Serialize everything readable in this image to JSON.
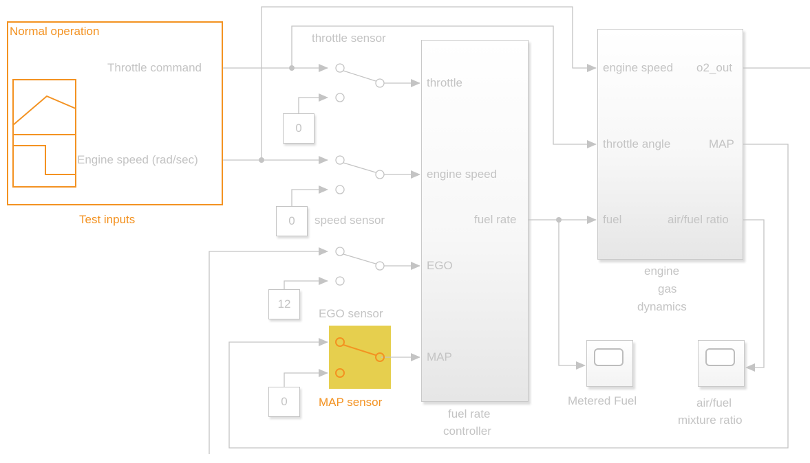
{
  "subsystem": {
    "title": "Normal operation",
    "name": "Test inputs"
  },
  "ports": {
    "throttle_command": "Throttle command",
    "engine_speed_rad": "Engine speed (rad/sec)"
  },
  "switches": {
    "throttle": "throttle sensor",
    "speed": "speed sensor",
    "ego": "EGO sensor",
    "map": "MAP sensor"
  },
  "constants": {
    "c1": "0",
    "c2": "0",
    "c3": "12",
    "c4": "0"
  },
  "controller": {
    "in_throttle": "throttle",
    "in_engine_speed": "engine speed",
    "in_ego": "EGO",
    "in_map": "MAP",
    "out_fuel_rate": "fuel rate",
    "name_line1": "fuel rate",
    "name_line2": "controller"
  },
  "engine": {
    "in_engine_speed": "engine speed",
    "in_throttle_angle": "throttle angle",
    "in_fuel": "fuel",
    "out_o2": "o2_out",
    "out_map": "MAP",
    "out_af": "air/fuel ratio",
    "name_line1": "engine",
    "name_line2": "gas",
    "name_line3": "dynamics"
  },
  "scopes": {
    "metered_fuel": "Metered Fuel",
    "af_line1": "air/fuel",
    "af_line2": "mixture ratio"
  },
  "colors": {
    "selection": "#f39221",
    "highlight": "#e6cf4e",
    "wire": "#c4c4c4"
  }
}
